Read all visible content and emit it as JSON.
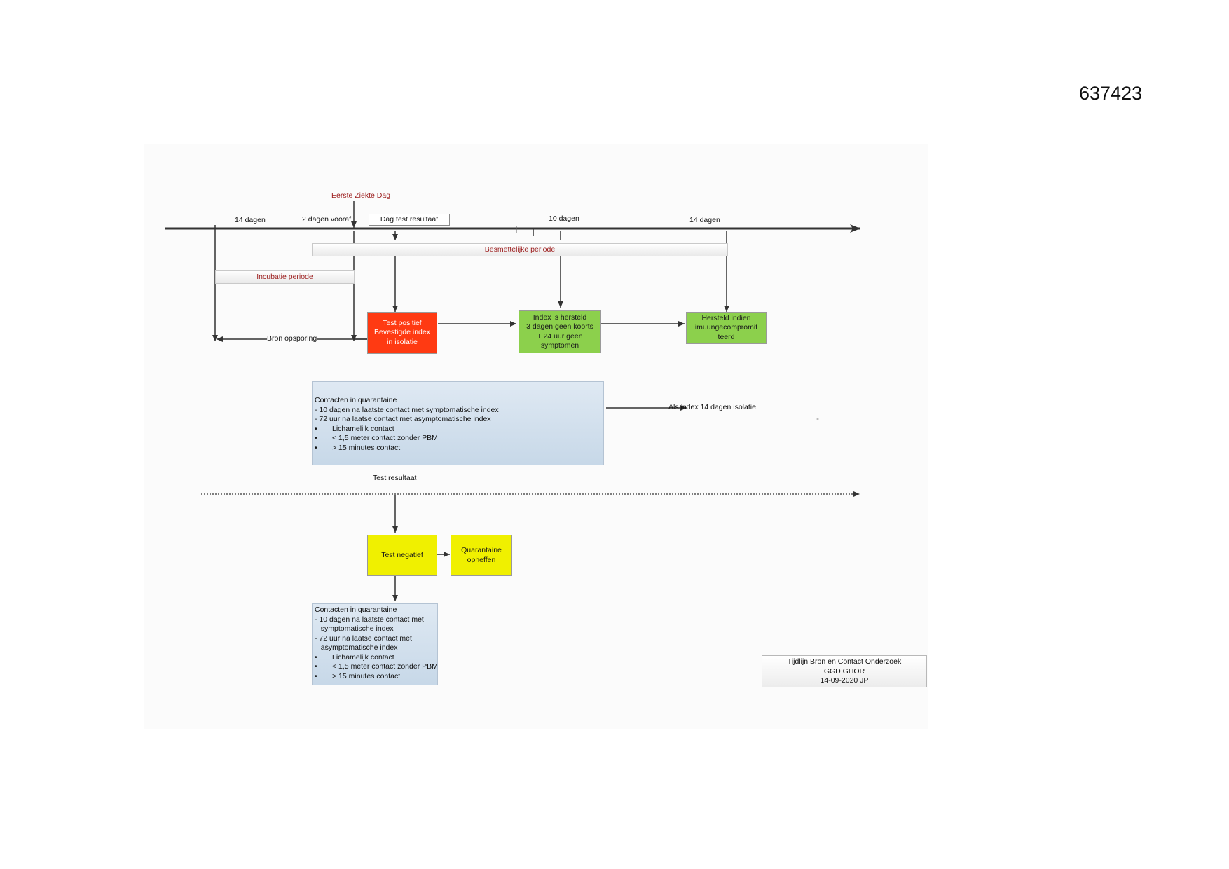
{
  "doc_id": "637423",
  "timeline": {
    "label_14_dagen_left": "14 dagen",
    "label_2_dagen_vooraf": "2 dagen vooraf",
    "label_dag_test_resultaat": "Dag test resultaat",
    "label_10_dagen": "10 dagen",
    "label_14_dagen_right": "14 dagen",
    "eerste_ziekte_dag": "Eerste Ziekte Dag",
    "besmettelijke_periode": "Besmettelijke periode",
    "incubatie_periode": "Incubatie periode",
    "bron_opsporing": "Bron opsporing"
  },
  "boxes": {
    "test_positief": [
      "Test positief",
      "Bevestigde index",
      "in isolatie"
    ],
    "index_hersteld": [
      "Index is hersteld",
      "3 dagen geen koorts",
      "+  24 uur geen",
      "symptomen"
    ],
    "hersteld_indien": [
      "Hersteld indien",
      "imuungecompromit",
      "teerd"
    ],
    "test_negatief": "Test negatief",
    "quarantaine_opheffen": [
      "Quarantaine",
      "opheffen"
    ]
  },
  "quarantine_panel_top": {
    "title": "Contacten in quarantaine",
    "lines": [
      "- 10 dagen na laatste contact met symptomatische index",
      "- 72 uur na laatse contact met asymptomatische index"
    ],
    "bullets": [
      "Lichamelijk contact",
      "< 1,5 meter contact zonder PBM",
      "> 15 minutes contact"
    ],
    "bullet_char": "•"
  },
  "als_index": "Als index 14 dagen isolatie",
  "test_resultaat": "Test resultaat",
  "quarantine_panel_bottom": {
    "title": "Contacten in quarantaine",
    "lines": [
      "- 10 dagen na laatste contact met",
      "   symptomatische index",
      "- 72 uur na laatse contact met",
      "   asymptomatische index"
    ],
    "bullets": [
      "Lichamelijk contact",
      "< 1,5 meter contact zonder PBM",
      "> 15 minutes contact"
    ],
    "bullet_char": "•"
  },
  "credit": {
    "line1": "Tijdlijn Bron en Contact Onderzoek",
    "line2": "GGD GHOR",
    "line3": "14-09-2020 JP"
  },
  "colors": {
    "red_box": "#ff3a12",
    "green_box": "#8cd04c",
    "yellow_box": "#f0f000",
    "label_red": "#9b1b1b",
    "panel_blue": "#d3e1ee"
  }
}
